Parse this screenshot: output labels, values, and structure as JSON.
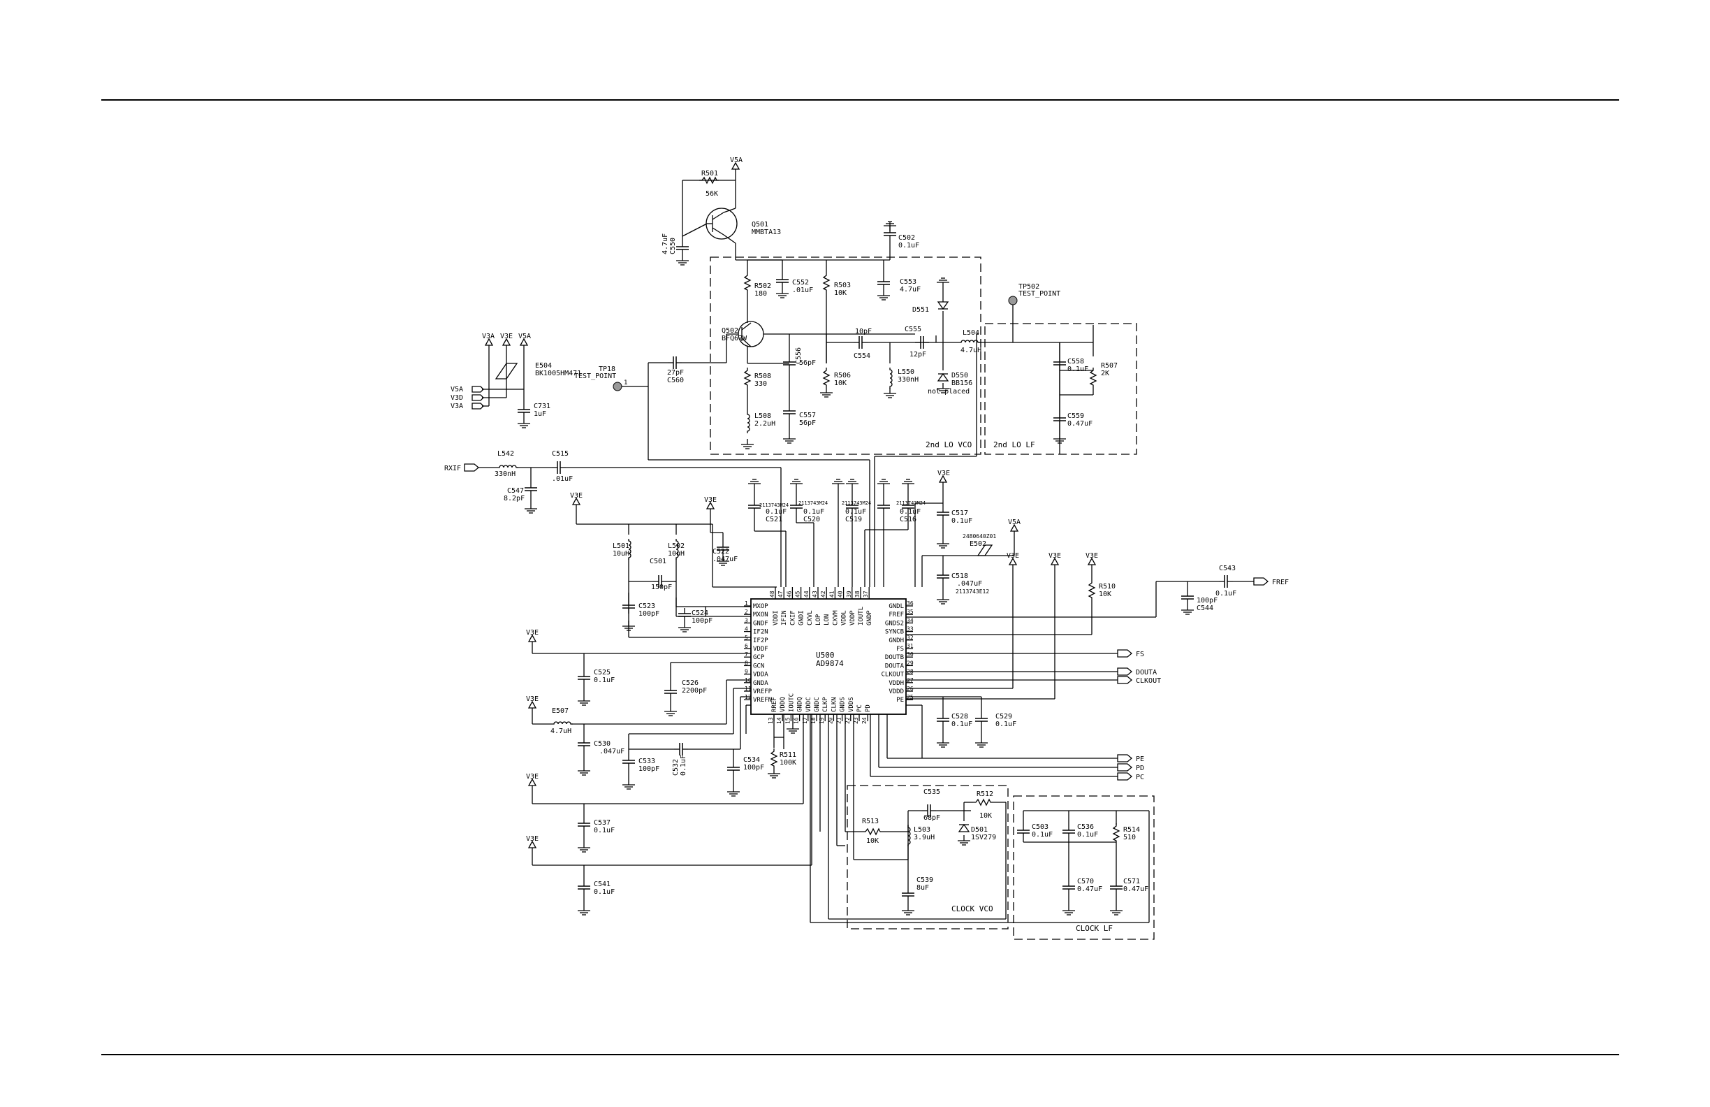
{
  "ic": {
    "ref": "U500",
    "part": "AD9874"
  },
  "left_pins": [
    {
      "n": "1",
      "name": "MXOP"
    },
    {
      "n": "2",
      "name": "MXON"
    },
    {
      "n": "3",
      "name": "GNDF"
    },
    {
      "n": "4",
      "name": "IF2N"
    },
    {
      "n": "5",
      "name": "IF2P"
    },
    {
      "n": "6",
      "name": "VDDF"
    },
    {
      "n": "7",
      "name": "GCP"
    },
    {
      "n": "8",
      "name": "GCN"
    },
    {
      "n": "9",
      "name": "VDDA"
    },
    {
      "n": "10",
      "name": "GNDA"
    },
    {
      "n": "11",
      "name": "VREFP"
    },
    {
      "n": "12",
      "name": "VREFN"
    }
  ],
  "right_pins": [
    {
      "n": "36",
      "name": "GNDL"
    },
    {
      "n": "35",
      "name": "FREF"
    },
    {
      "n": "34",
      "name": "GNDS2"
    },
    {
      "n": "33",
      "name": "SYNCB"
    },
    {
      "n": "32",
      "name": "GNDH"
    },
    {
      "n": "31",
      "name": "FS"
    },
    {
      "n": "30",
      "name": "DOUTB"
    },
    {
      "n": "29",
      "name": "DOUTA"
    },
    {
      "n": "28",
      "name": "CLKOUT"
    },
    {
      "n": "27",
      "name": "VDDH"
    },
    {
      "n": "26",
      "name": "VDDD"
    },
    {
      "n": "25",
      "name": "PE"
    }
  ],
  "top_pins": [
    {
      "n": "48",
      "name": "VDDI"
    },
    {
      "n": "47",
      "name": "IFIN"
    },
    {
      "n": "46",
      "name": "CXIF"
    },
    {
      "n": "45",
      "name": "GNDI"
    },
    {
      "n": "44",
      "name": "CXVL"
    },
    {
      "n": "43",
      "name": "LOP"
    },
    {
      "n": "42",
      "name": "LON"
    },
    {
      "n": "41",
      "name": "CXVM"
    },
    {
      "n": "40",
      "name": "VDDL"
    },
    {
      "n": "39",
      "name": "VDDP"
    },
    {
      "n": "38",
      "name": "IOUTL"
    },
    {
      "n": "37",
      "name": "GNDP"
    }
  ],
  "bottom_pins": [
    {
      "n": "13",
      "name": "RREF"
    },
    {
      "n": "14",
      "name": "VDDQ"
    },
    {
      "n": "15",
      "name": "IOUTC"
    },
    {
      "n": "16",
      "name": "GNDQ"
    },
    {
      "n": "17",
      "name": "VDDC"
    },
    {
      "n": "18",
      "name": "GNDC"
    },
    {
      "n": "19",
      "name": "CLKP"
    },
    {
      "n": "20",
      "name": "CLKN"
    },
    {
      "n": "21",
      "name": "GNDS"
    },
    {
      "n": "22",
      "name": "VDDS"
    },
    {
      "n": "23",
      "name": "PC"
    },
    {
      "n": "24",
      "name": "PD"
    }
  ],
  "labels": {
    "V5A": "V5A",
    "V3E": "V3E",
    "V3D": "V3D",
    "V3A": "V3A",
    "r501": "R501",
    "r501v": "56K",
    "q501": "Q501",
    "q501p": "MMBTA13",
    "c550": "C550",
    "c550v": "4.7uF",
    "c502": "C502",
    "c502v": "0.1uF",
    "tp502": "TP502",
    "tp502t": "TEST_POINT",
    "r502": "R502",
    "r502v": "180",
    "c552": "C552",
    "c552v": ".01uF",
    "r503": "R503",
    "r503v": "10K",
    "c553": "C553",
    "c553v": "4.7uF",
    "d551": "D551",
    "q502": "Q502",
    "q502p": "BFQ67W",
    "c554v": "10pF",
    "c554": "C554",
    "c555": "C555",
    "c555v": "12pF",
    "l504": "L504",
    "l504v": "4.7uH",
    "c556": "C556",
    "c556v": "56pF",
    "r506": "R506",
    "r506v": "10K",
    "l550": "L550",
    "l550v": "330nH",
    "d550": "D550",
    "d550p": "BB156",
    "notplaced": "not placed",
    "c558": "C558",
    "c558v": "0.1uF",
    "r507": "R507",
    "r507v": "2K",
    "c559": "C559",
    "c559v": "0.47uF",
    "r508": "R508",
    "r508v": "330",
    "l508": "L508",
    "l508v": "2.2uH",
    "c557": "C557",
    "c557v": "56pF",
    "lo_vco": "2nd LO VCO",
    "lo_lf": "2nd LO LF",
    "e504": "E504",
    "e504p": "BK1005HM471",
    "tp18": "TP18",
    "tp18t": "TEST_POINT",
    "tp18n": "1",
    "c560v": "27pF",
    "c560": "C560",
    "c731": "C731",
    "c731v": "1uF",
    "rxif": "RXIF",
    "l542": "L542",
    "l542v": "330nH",
    "c515": "C515",
    "c515v": ".01uF",
    "c547": "C547",
    "c547v": "8.2pF",
    "c521": "C521",
    "c520": "C520",
    "c519": "C519",
    "c516": "C516",
    "v01uF": "0.1uF",
    "pn": "2113743M24",
    "c517": "C517",
    "c517v": "0.1uF",
    "e502": "E502",
    "e502p": "2480640Z01",
    "c518": "C518",
    "c518v": ".047uF",
    "c518p": "2113743E12",
    "l501": "L501",
    "l501v": "10uH",
    "l502": "L502",
    "l502v": "10uH",
    "c522": "C522",
    "c522v": ".047uF",
    "c501": "C501",
    "c501v": "150pF",
    "c523": "C523",
    "c523v": "100pF",
    "c524": "C524",
    "c524v": "100pF",
    "r510": "R510",
    "r510v": "10K",
    "c543": "C543",
    "c543v": "0.1uF",
    "c544": "C544",
    "c544v": "100pF",
    "fref": "FREF",
    "fs": "FS",
    "douta": "DOUTA",
    "clkout": "CLKOUT",
    "c525": "C525",
    "c525v": "0.1uF",
    "c526": "C526",
    "c526v": "2200pF",
    "e507": "E507",
    "e507v": "4.7uH",
    "c530": "C530",
    "c530v": ".047uF",
    "c533": "C533",
    "c533v": "100pF",
    "c532": "C532",
    "c532v": "0.1uF",
    "c534": "C534",
    "c534v": "100pF",
    "r511": "R511",
    "r511v": "100K",
    "c528": "C528",
    "c528v": "0.1uF",
    "c529": "C529",
    "c529v": "0.1uF",
    "pe": "PE",
    "pd": "PD",
    "pc": "PC",
    "c535": "C535",
    "c535v": "68pF",
    "r512": "R512",
    "r512v": "10K",
    "r513": "R513",
    "r513v": "10K",
    "l503": "L503",
    "l503v": "3.9uH",
    "d501": "D501",
    "d501p": "1SV279",
    "c539": "C539",
    "c539v": "8uF",
    "c503": "C503",
    "c503v": "0.1uF",
    "c536": "C536",
    "c536v": "0.1uF",
    "r514": "R514",
    "r514v": "510",
    "c570": "C570",
    "c570v": "0.47uF",
    "c571": "C571",
    "c571v": "0.47uF",
    "clock_vco": "CLOCK VCO",
    "clock_lf": "CLOCK LF",
    "c537": "C537",
    "c537v": "0.1uF",
    "c541": "C541",
    "c541v": "0.1uF"
  }
}
